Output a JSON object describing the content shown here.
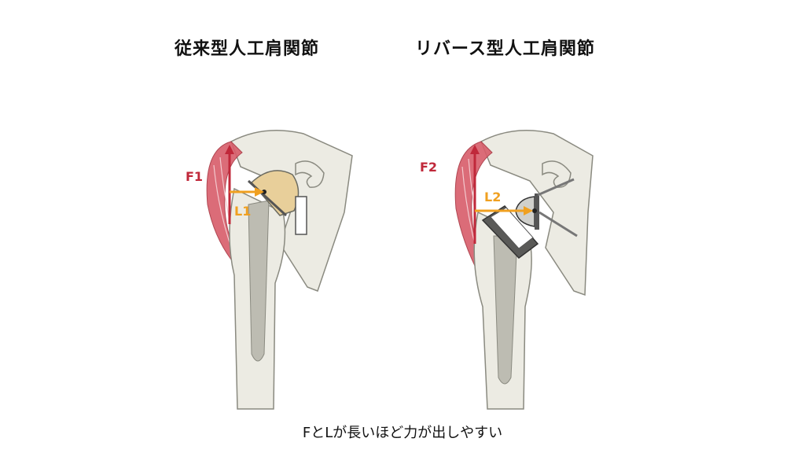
{
  "titles": {
    "conventional": "従来型人工肩関節",
    "reverse": "リバース型人工肩関節"
  },
  "labels": {
    "f1": "F1",
    "l1": "L1",
    "f2": "F2",
    "l2": "L2"
  },
  "caption": "FとLが長いほど力が出しやすい",
  "colors": {
    "force_arrow": "#c0283a",
    "lever_arrow": "#f0a020",
    "muscle": "#d85d6a",
    "bone": "#ecebe3",
    "bone_outline": "#8a8a80",
    "conventional_head": "#e8cf9a",
    "reverse_ball": "#d0d0cc"
  }
}
